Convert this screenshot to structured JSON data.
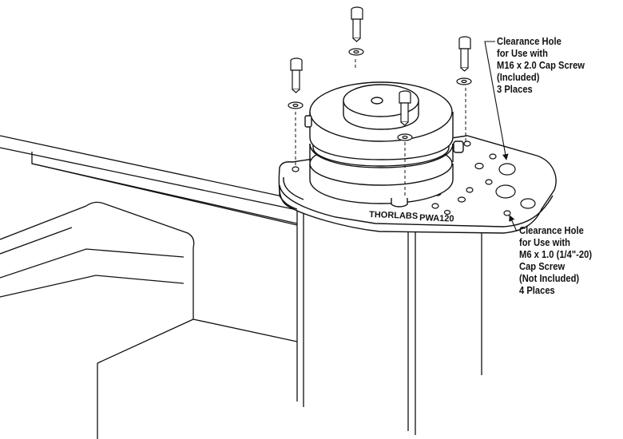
{
  "callouts": {
    "m16_hole": [
      "Clearance Hole",
      "for Use with",
      "M16 x 2.0 Cap Screw",
      "(Included)",
      "3 Places"
    ],
    "m6_hole": [
      "Clearance Hole",
      "for Use with",
      "M6 x 1.0 (1/4\"-20)",
      "Cap Screw",
      "(Not Included)",
      "4 Places"
    ]
  },
  "plate": {
    "brand": "THORLABS",
    "part_number": "PWA120"
  },
  "colors": {
    "line": "#111111",
    "background": "#ffffff"
  }
}
